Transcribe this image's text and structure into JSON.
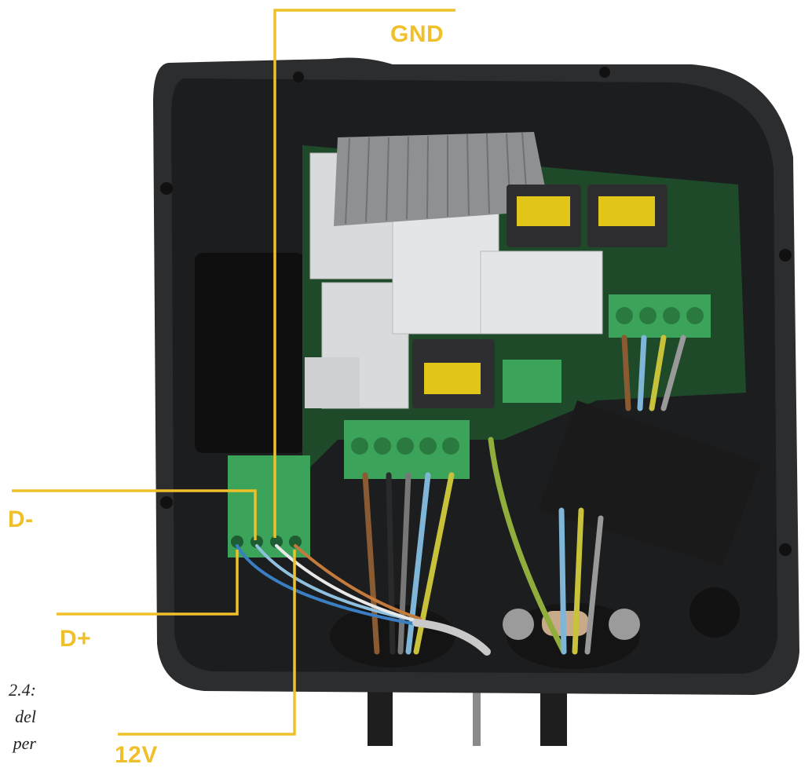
{
  "labels": {
    "gnd": "GND",
    "d_minus": "D-",
    "d_plus": "D+",
    "v12": "12V"
  },
  "caption": {
    "line1": "2.4:",
    "line2": "del",
    "line3": "per"
  },
  "colors": {
    "accent": "#f0c02a",
    "housing": "#2c2d2f",
    "housing_inner": "#1c1d1f",
    "pcb": "#1f4a2a",
    "terminal": "#3ca35a",
    "module": "#d9dadc",
    "transformer_core": "#e2c519"
  }
}
